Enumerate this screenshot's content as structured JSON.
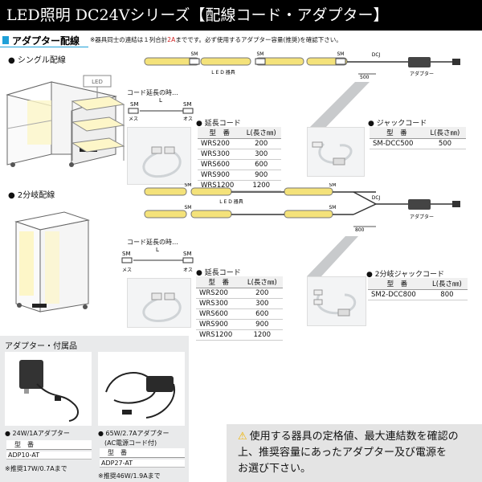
{
  "title": "LED照明 DC24Vシリーズ【配線コード・アダプター】",
  "section": {
    "title": "アダプター配線",
    "note_prefix": "※器具同士の連結は１列合計",
    "note_highlight": "2A",
    "note_suffix": "までです。必ず使用するアダプター容量(推奨)を確認下さい。"
  },
  "single": {
    "label": "● シングル配線",
    "diagram": {
      "sm": "SM",
      "led_label": "L E D 器具",
      "dcj": "DCJ",
      "dim": "500",
      "adapter": "アダプター"
    },
    "cord_intro": "コード延長の時…",
    "cord_sm_left": "SM",
    "cord_sm_right": "SM",
    "cord_L": "L",
    "cord_mesu": "メス",
    "cord_osu": "オス",
    "ext_table": {
      "title": "● 延長コード",
      "headers": [
        "型　番",
        "L(長さ㎜)"
      ],
      "rows": [
        [
          "WRS200",
          "200"
        ],
        [
          "WRS300",
          "300"
        ],
        [
          "WRS600",
          "600"
        ],
        [
          "WRS900",
          "900"
        ],
        [
          "WRS1200",
          "1200"
        ]
      ]
    },
    "jack_table": {
      "title": "● ジャックコード",
      "headers": [
        "型　番",
        "L(長さ㎜)"
      ],
      "rows": [
        [
          "SM-DCC500",
          "500"
        ]
      ]
    }
  },
  "branch": {
    "label": "● 2分岐配線",
    "diagram": {
      "sm": "SM",
      "led_label": "L E D 器具",
      "dcj": "DCJ",
      "dim": "800",
      "adapter": "アダプター"
    },
    "cord_intro": "コード延長の時…",
    "cord_sm_left": "SM",
    "cord_sm_right": "SM",
    "cord_L": "L",
    "cord_mesu": "メス",
    "cord_osu": "オス",
    "ext_table": {
      "title": "● 延長コード",
      "headers": [
        "型　番",
        "L(長さ㎜)"
      ],
      "rows": [
        [
          "WRS200",
          "200"
        ],
        [
          "WRS300",
          "300"
        ],
        [
          "WRS600",
          "600"
        ],
        [
          "WRS900",
          "900"
        ],
        [
          "WRS1200",
          "1200"
        ]
      ]
    },
    "jack_table": {
      "title": "● 2分岐ジャックコード",
      "headers": [
        "型　番",
        "L(長さ㎜)"
      ],
      "rows": [
        [
          "SM2-DCC800",
          "800"
        ]
      ]
    }
  },
  "accessories": {
    "title": "アダプター・付属品",
    "left": {
      "caption": "● 24W/1Aアダプター",
      "header": "型　番",
      "model": "ADP10-AT",
      "note": "※推奨17W/0.7Aまで"
    },
    "right": {
      "caption": "● 65W/2.7Aアダプター",
      "caption2": "(AC電源コード付)",
      "header": "型　番",
      "model": "ADP27-AT",
      "note": "※推奨46W/1.9Aまで"
    }
  },
  "warning": {
    "line1": "使用する器具の定格値、最大連結数を確認の",
    "line2": "上、推奨容量にあったアダプター及び電源を",
    "line3": "お選び下さい。"
  },
  "colors": {
    "accent": "#1ea0d8",
    "led_yellow": "#f4e27a",
    "warning_icon": "#f0b400",
    "highlight_red": "#d02020"
  }
}
